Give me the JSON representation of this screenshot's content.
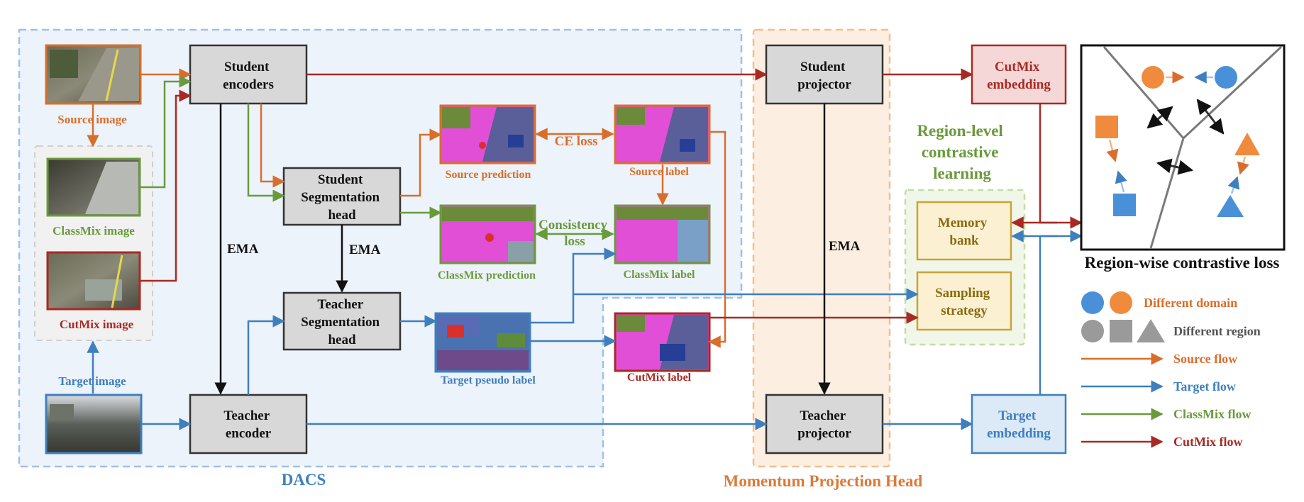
{
  "colors": {
    "source": "#d96e2c",
    "target": "#3f7fbf",
    "classmix": "#6a9a3c",
    "cutmix": "#a82a24",
    "dacs": "#3f7fbf",
    "momentum": "#d97a3a",
    "region": "#6a9a3c",
    "black": "#111111"
  },
  "labels": {
    "source_image": "Source image",
    "classmix_image": "ClassMix image",
    "cutmix_image": "CutMix image",
    "target_image": "Target image",
    "student_encoders": [
      "Student",
      "encoders"
    ],
    "student_seg_head": [
      "Student",
      "Segmentation",
      "head"
    ],
    "teacher_seg_head": [
      "Teacher",
      "Segmentation",
      "head"
    ],
    "teacher_encoder": [
      "Teacher",
      "encoder"
    ],
    "ema": "EMA",
    "source_prediction": "Source prediction",
    "classmix_prediction": "ClassMix prediction",
    "target_pseudo_label": "Target pseudo label",
    "source_label": "Source label",
    "classmix_label": "ClassMix label",
    "cutmix_label": "CutMix label",
    "ce_loss": "CE loss",
    "consistency_loss": [
      "Consistency",
      "loss"
    ],
    "dacs": "DACS",
    "student_projector": [
      "Student",
      "projector"
    ],
    "teacher_projector": [
      "Teacher",
      "projector"
    ],
    "momentum_head": "Momentum Projection Head",
    "cutmix_embedding": [
      "CutMix",
      "embedding"
    ],
    "target_embedding": [
      "Target",
      "embedding"
    ],
    "region_level": [
      "Region-level",
      "contrastive",
      "learning"
    ],
    "memory_bank": [
      "Memory",
      "bank"
    ],
    "sampling_strategy": [
      "Sampling",
      "strategy"
    ],
    "region_wise_loss": "Region-wise contrastive loss"
  },
  "legend": {
    "different_domain": "Different domain",
    "different_region": "Different region",
    "source_flow": "Source flow",
    "target_flow": "Target flow",
    "classmix_flow": "ClassMix flow",
    "cutmix_flow": "CutMix flow"
  }
}
